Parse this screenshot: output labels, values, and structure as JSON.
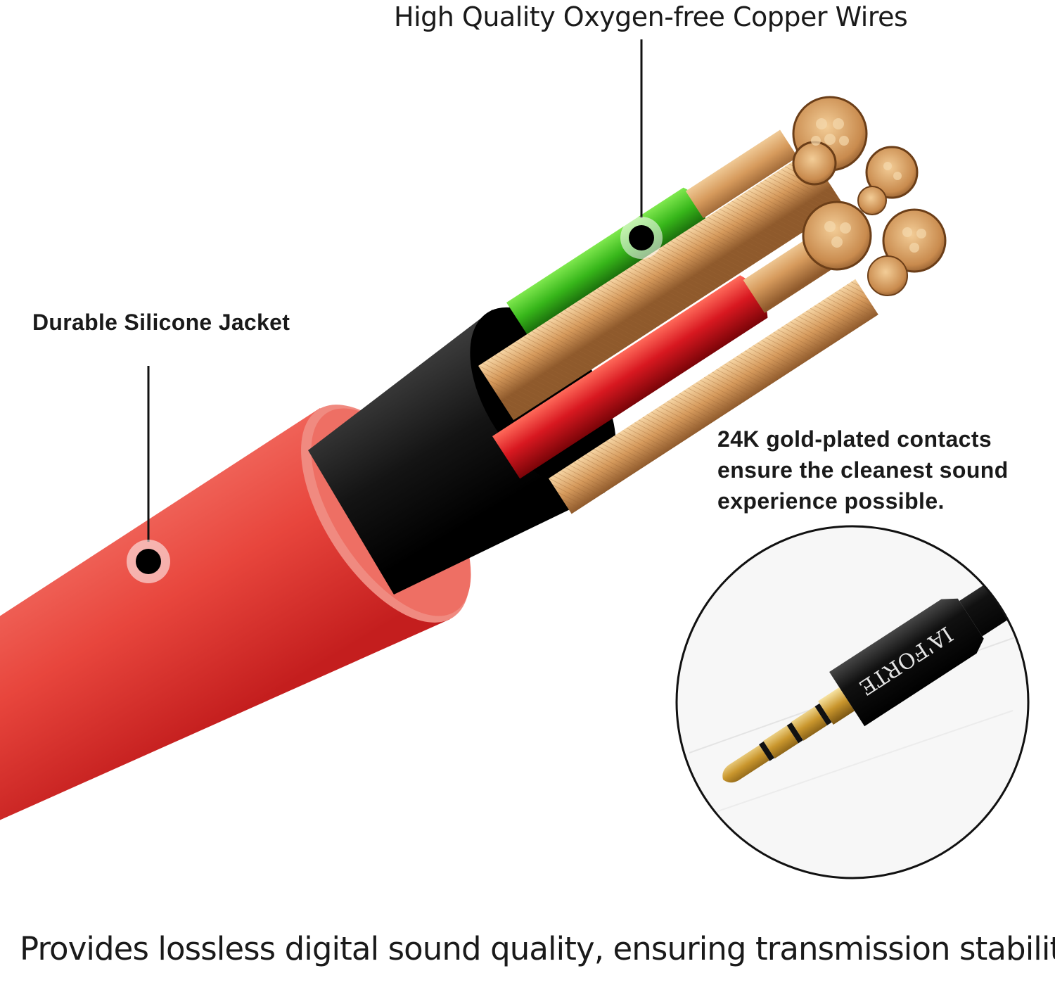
{
  "callouts": {
    "copper_wires": "High Quality Oxygen-free Copper Wires",
    "jacket": "Durable Silicone Jacket",
    "gold_contacts": [
      "24K gold-plated contacts",
      "ensure the cleanest sound",
      "experience possible."
    ]
  },
  "caption": "Provides lossless digital sound quality, ensuring transmission stability",
  "plug_brand": "IA'FORTE",
  "colors": {
    "jacket_red": "#e0312e",
    "inner_red": "#c8101a",
    "shield_black": "#1a1a1a",
    "copper": "#d9a066",
    "green_wire": "#3fc21e",
    "gold_plug": "#d6a93a"
  },
  "icons": [
    "callout-dot-icon"
  ]
}
